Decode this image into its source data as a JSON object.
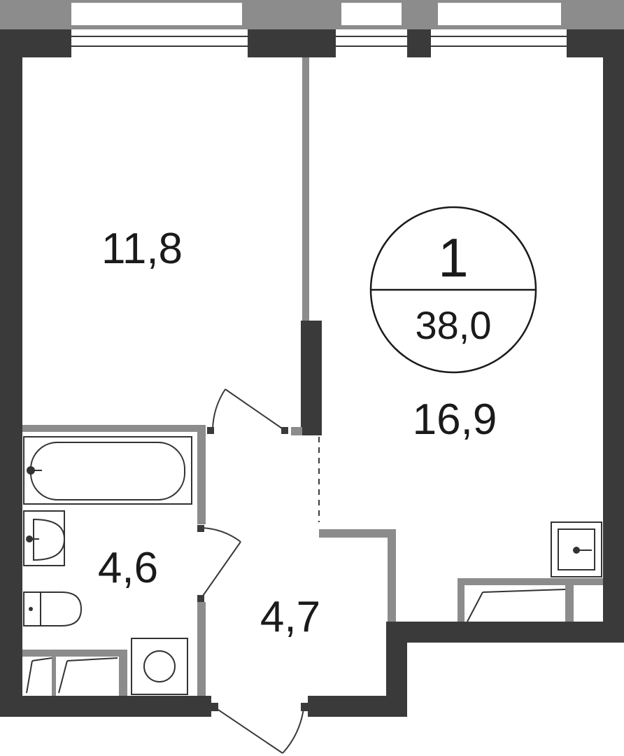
{
  "rooms": {
    "bedroom_area": "11,8",
    "living_area": "16,9",
    "bathroom_area": "4,6",
    "hall_area": "4,7"
  },
  "badge": {
    "rooms_count": "1",
    "total_area": "38,0"
  },
  "colors": {
    "wall": "#3a3a3a",
    "partition": "#8c8c8c",
    "fixture_stroke": "#333333",
    "background": "#ffffff"
  }
}
